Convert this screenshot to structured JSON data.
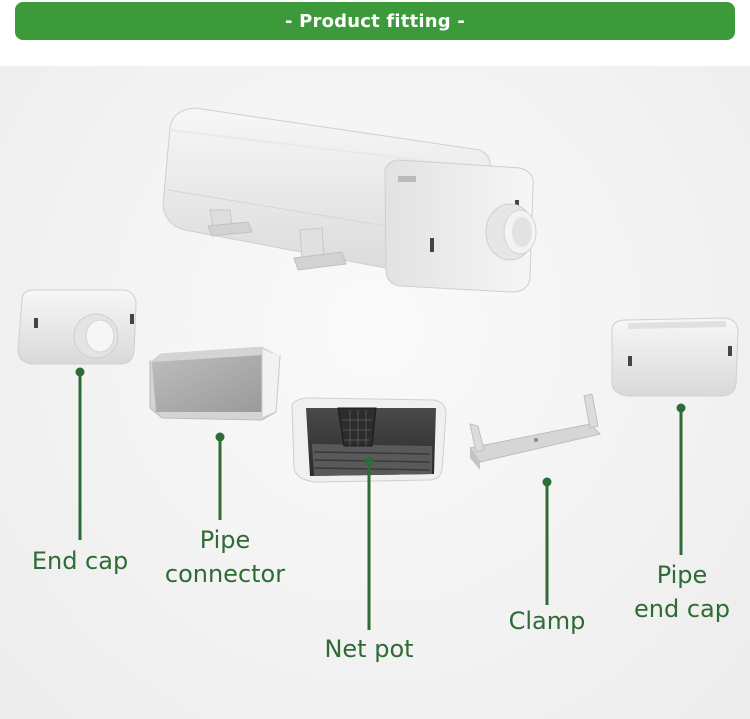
{
  "banner": {
    "title": "- Product fitting -"
  },
  "parts": {
    "end_cap": "End cap",
    "pipe_connector_line1": "Pipe",
    "pipe_connector_line2": "connector",
    "net_pot": "Net pot",
    "clamp": "Clamp",
    "pipe_end_cap_line1": "Pipe",
    "pipe_end_cap_line2": "end cap"
  },
  "colors": {
    "banner": "#3c9a3a",
    "label_text": "#2e6b35",
    "leader": "#2e6b35",
    "plastic": "#ececec"
  }
}
